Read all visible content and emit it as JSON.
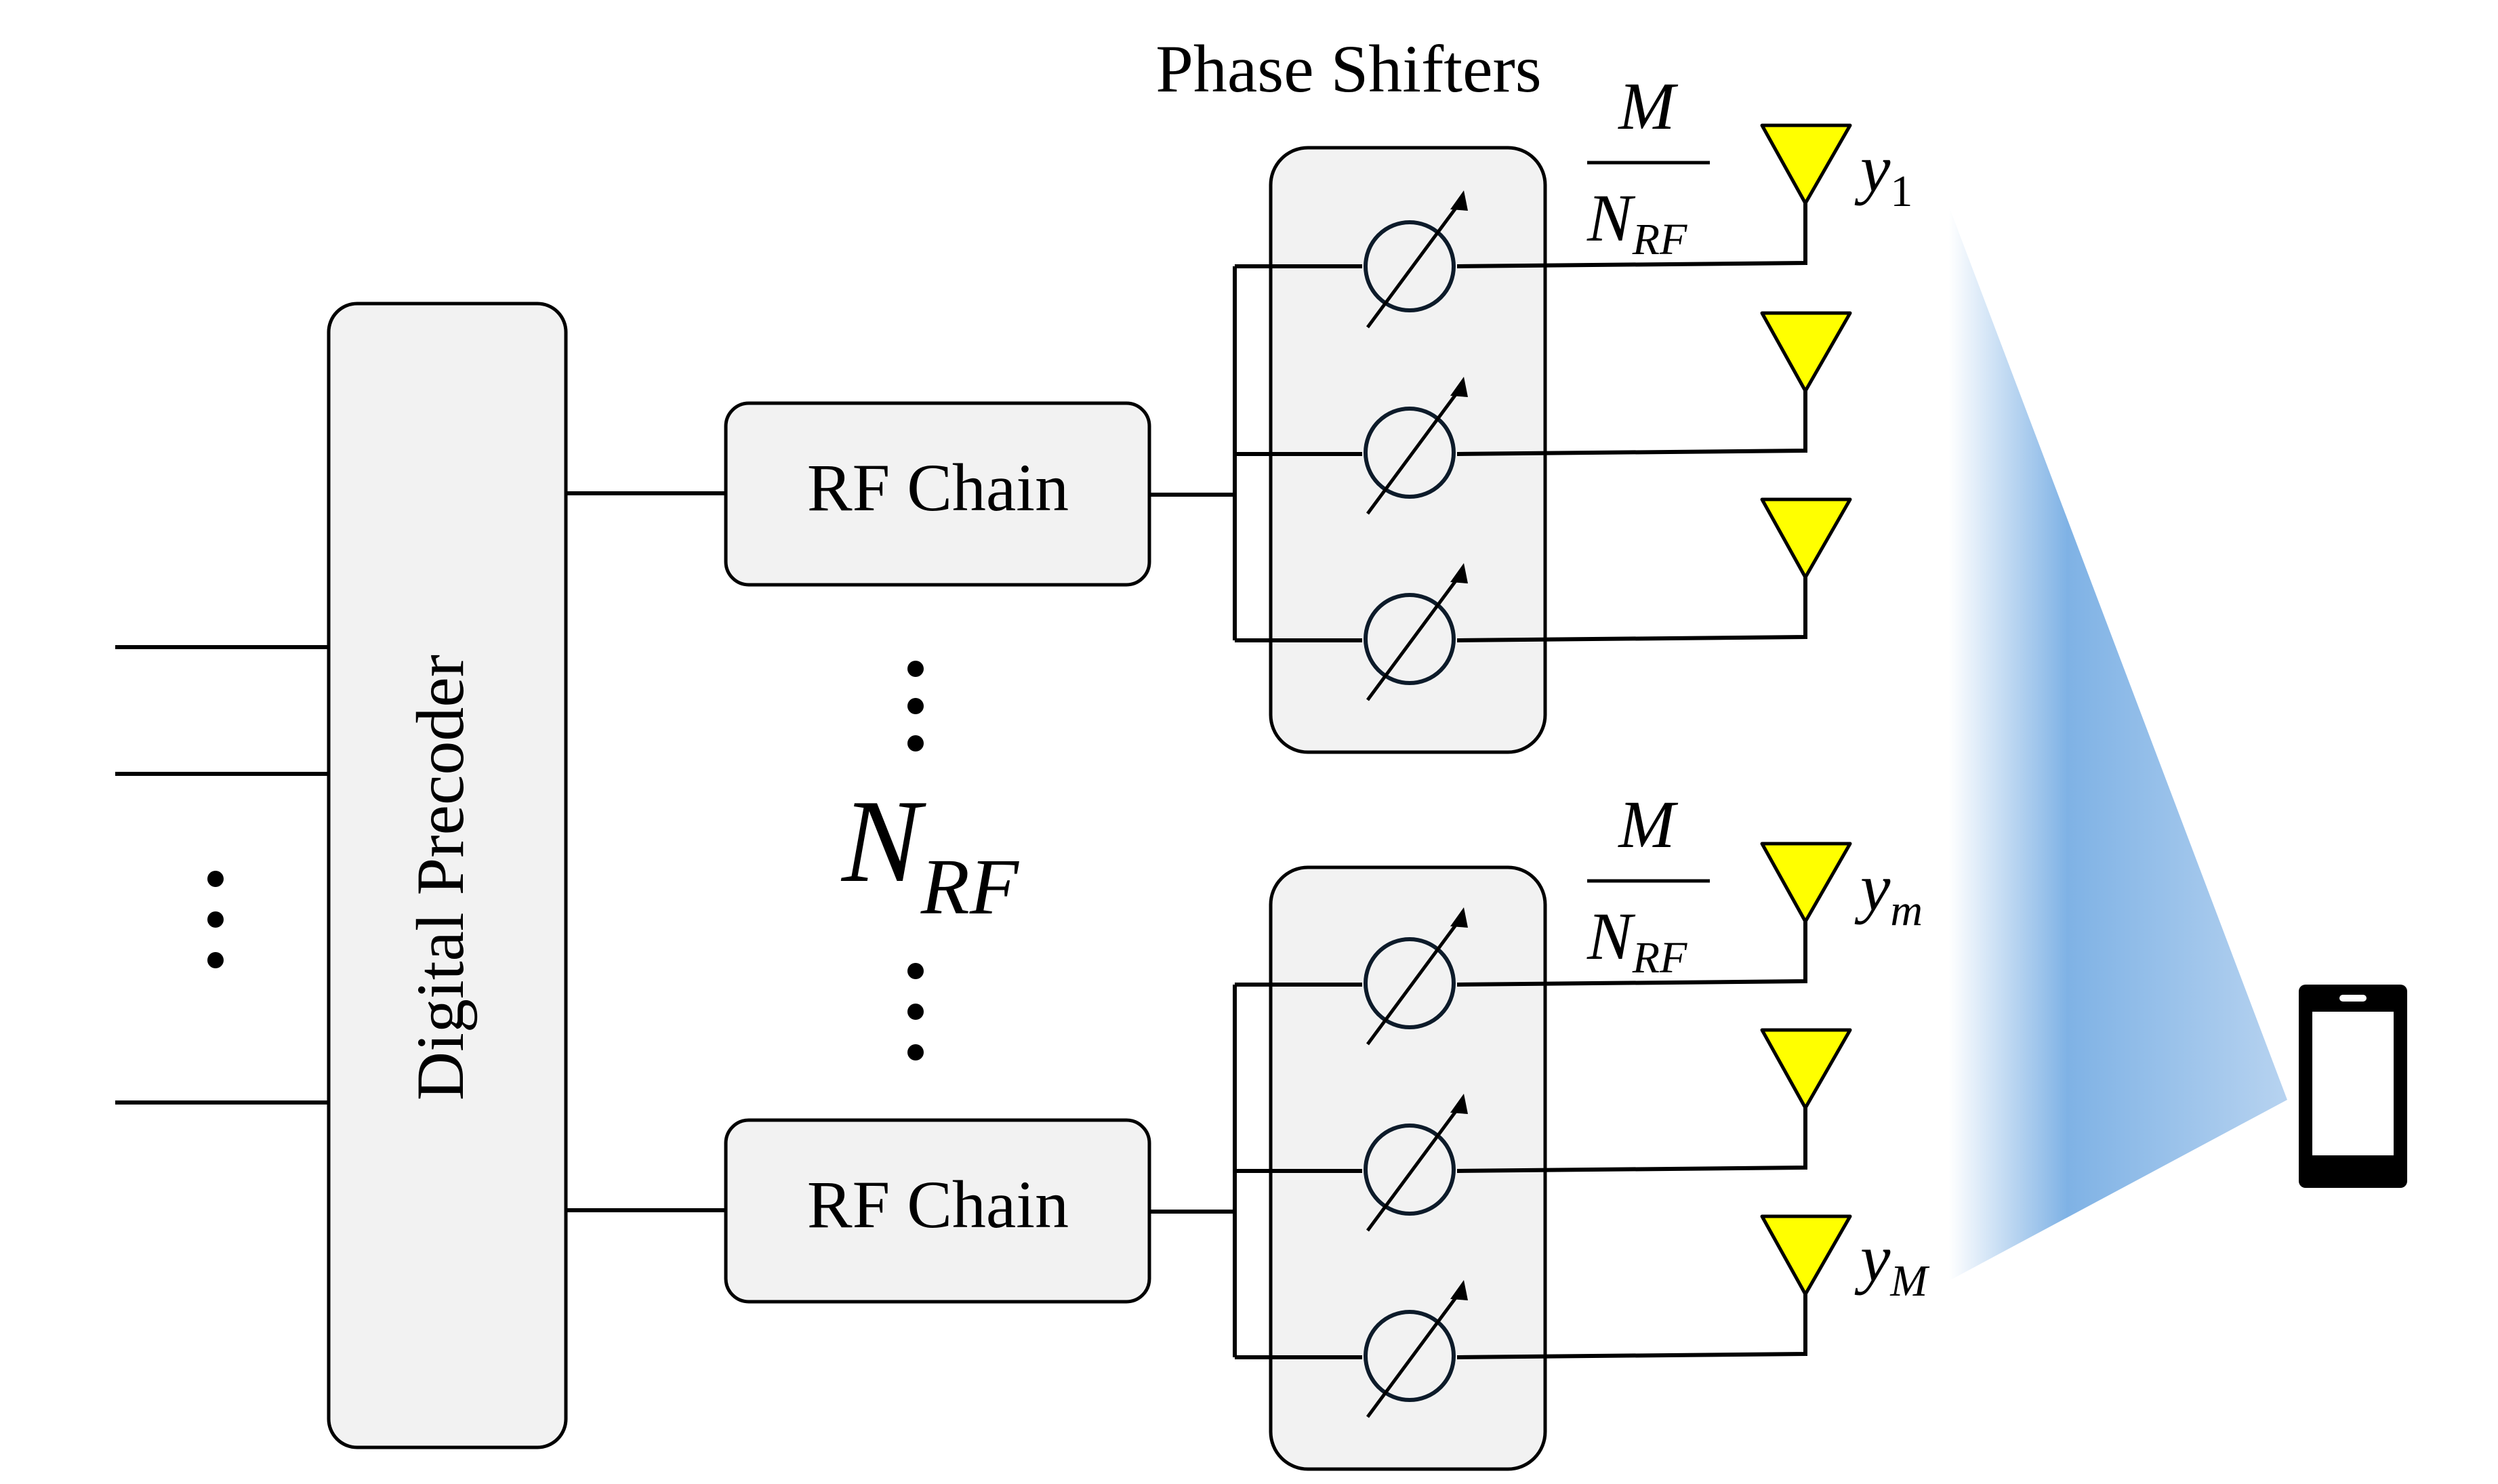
{
  "digital_precoder": {
    "label": "Digital Precoder"
  },
  "rf_chains": [
    {
      "label": "RF Chain"
    },
    {
      "label": "RF Chain"
    }
  ],
  "phase_shifters": {
    "title": "Phase Shifters"
  },
  "rf_count": {
    "main": "N",
    "sub": "RF"
  },
  "fraction": {
    "numerator": "M",
    "denominator_main": "N",
    "denominator_sub": "RF"
  },
  "antenna_labels": [
    {
      "main": "y",
      "sub": "1"
    },
    {
      "main": "y",
      "sub": "m"
    },
    {
      "main": "y",
      "sub": "M"
    }
  ],
  "colors": {
    "antenna": "#ffff00",
    "beam": "#7fb2e5",
    "box_fill": "#f2f2f2"
  },
  "icons": [
    "phase-shifter-icon",
    "antenna-icon",
    "smartphone-icon",
    "beam-icon",
    "ellipsis-icon"
  ]
}
